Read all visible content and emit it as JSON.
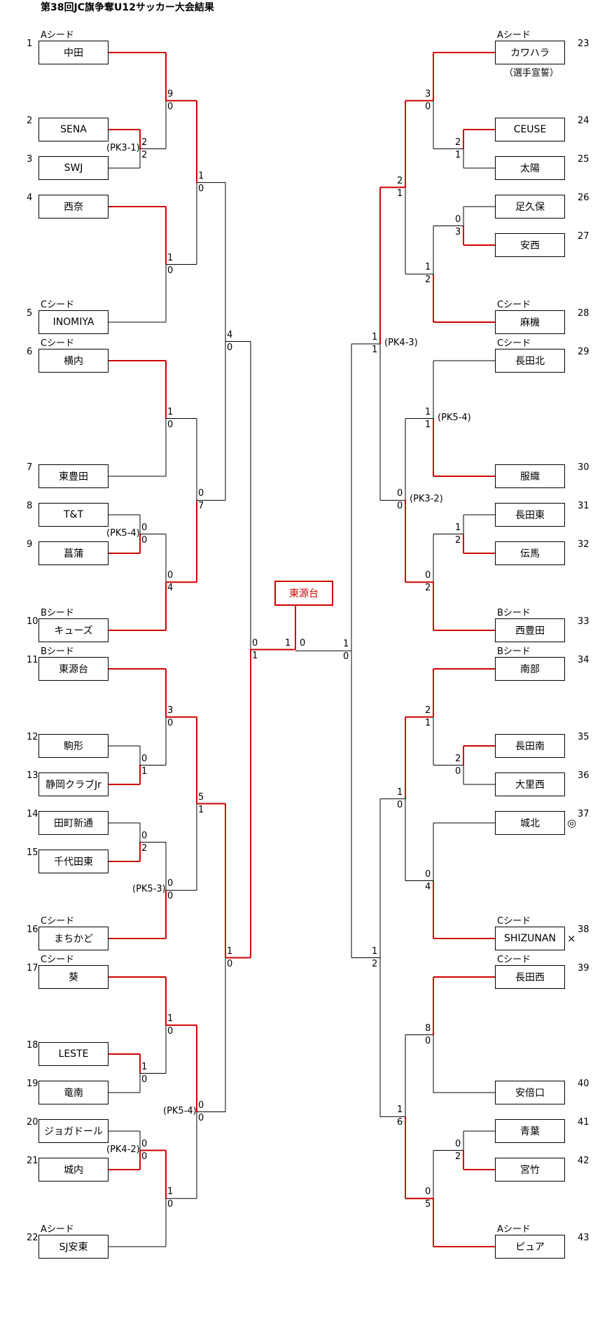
{
  "title": "第38回JC旗争奪U12サッカー大会結果",
  "champion": "東源台",
  "oath_note": "（選手宣誓）",
  "colors": {
    "winner": "#d00000",
    "line": "#000000"
  },
  "left_teams": [
    {
      "num": "1",
      "name": "中田",
      "seed": "Aシード"
    },
    {
      "num": "2",
      "name": "SENA"
    },
    {
      "num": "3",
      "name": "SWJ"
    },
    {
      "num": "4",
      "name": "西奈"
    },
    {
      "num": "5",
      "name": "INOMIYA",
      "seed": "Cシード"
    },
    {
      "num": "6",
      "name": "横内",
      "seed": "Cシード"
    },
    {
      "num": "7",
      "name": "東豊田"
    },
    {
      "num": "8",
      "name": "T&T"
    },
    {
      "num": "9",
      "name": "菖蒲"
    },
    {
      "num": "10",
      "name": "キューズ",
      "seed": "Bシード"
    },
    {
      "num": "11",
      "name": "東源台",
      "seed": "Bシード"
    },
    {
      "num": "12",
      "name": "駒形"
    },
    {
      "num": "13",
      "name": "静岡クラブJr"
    },
    {
      "num": "14",
      "name": "田町新通"
    },
    {
      "num": "15",
      "name": "千代田東"
    },
    {
      "num": "16",
      "name": "まちかど",
      "seed": "Cシード"
    },
    {
      "num": "17",
      "name": "葵",
      "seed": "Cシード"
    },
    {
      "num": "18",
      "name": "LESTE"
    },
    {
      "num": "19",
      "name": "竜南"
    },
    {
      "num": "20",
      "name": "ジョガドール"
    },
    {
      "num": "21",
      "name": "城内"
    },
    {
      "num": "22",
      "name": "SJ安東",
      "seed": "Aシード"
    }
  ],
  "right_teams": [
    {
      "num": "23",
      "name": "カワハラ",
      "seed": "Aシード"
    },
    {
      "num": "24",
      "name": "CEUSE"
    },
    {
      "num": "25",
      "name": "太陽"
    },
    {
      "num": "26",
      "name": "足久保"
    },
    {
      "num": "27",
      "name": "安西"
    },
    {
      "num": "28",
      "name": "麻機",
      "seed": "Cシード"
    },
    {
      "num": "29",
      "name": "長田北",
      "seed": "Cシード"
    },
    {
      "num": "30",
      "name": "服織"
    },
    {
      "num": "31",
      "name": "長田東"
    },
    {
      "num": "32",
      "name": "伝馬"
    },
    {
      "num": "33",
      "name": "西豊田",
      "seed": "Bシード"
    },
    {
      "num": "34",
      "name": "南部",
      "seed": "Bシード"
    },
    {
      "num": "35",
      "name": "長田南"
    },
    {
      "num": "36",
      "name": "大里西"
    },
    {
      "num": "37",
      "name": "城北",
      "mark": "◎"
    },
    {
      "num": "38",
      "name": "SHIZUNAN",
      "seed": "Cシード",
      "mark": "×"
    },
    {
      "num": "39",
      "name": "長田西",
      "seed": "Cシード"
    },
    {
      "num": "40",
      "name": "安倍口"
    },
    {
      "num": "41",
      "name": "青葉"
    },
    {
      "num": "42",
      "name": "宮竹"
    },
    {
      "num": "43",
      "name": "ピュア",
      "seed": "Aシード"
    }
  ],
  "left_matches": [
    {
      "id": "L1",
      "a": "t2",
      "b": "t3",
      "col": 1,
      "sa": "2",
      "sb": "2",
      "w": "a",
      "pk": "(PK3-1)"
    },
    {
      "id": "L2",
      "a": "t8",
      "b": "t9",
      "col": 1,
      "sa": "0",
      "sb": "0",
      "w": "b",
      "pk": "(PK5-4)"
    },
    {
      "id": "L3",
      "a": "t12",
      "b": "t13",
      "col": 1,
      "sa": "0",
      "sb": "1",
      "w": "b"
    },
    {
      "id": "L4",
      "a": "t14",
      "b": "t15",
      "col": 1,
      "sa": "0",
      "sb": "2",
      "w": "b"
    },
    {
      "id": "L5",
      "a": "t18",
      "b": "t19",
      "col": 1,
      "sa": "1",
      "sb": "0",
      "w": "a"
    },
    {
      "id": "L6",
      "a": "t20",
      "b": "t21",
      "col": 1,
      "sa": "0",
      "sb": "0",
      "w": "b",
      "pk": "(PK4-2)"
    },
    {
      "id": "L7",
      "a": "t1",
      "b": "L1",
      "col": 2,
      "sa": "9",
      "sb": "0",
      "w": "a"
    },
    {
      "id": "L8",
      "a": "t4",
      "b": "t5",
      "col": 2,
      "sa": "1",
      "sb": "0",
      "w": "a"
    },
    {
      "id": "L9",
      "a": "t6",
      "b": "t7",
      "col": 2,
      "sa": "1",
      "sb": "0",
      "w": "a"
    },
    {
      "id": "L10",
      "a": "L2",
      "b": "t10",
      "col": 2,
      "sa": "0",
      "sb": "4",
      "w": "b"
    },
    {
      "id": "L11",
      "a": "t11",
      "b": "L3",
      "col": 2,
      "sa": "3",
      "sb": "0",
      "w": "a"
    },
    {
      "id": "L12",
      "a": "L4",
      "b": "t16",
      "col": 2,
      "sa": "0",
      "sb": "0",
      "w": "b",
      "pk": "(PK5-3)"
    },
    {
      "id": "L13",
      "a": "t17",
      "b": "L5",
      "col": 2,
      "sa": "1",
      "sb": "0",
      "w": "a"
    },
    {
      "id": "L14",
      "a": "L6",
      "b": "t22",
      "col": 2,
      "sa": "1",
      "sb": "0",
      "w": "a"
    },
    {
      "id": "L15",
      "a": "L7",
      "b": "L8",
      "col": 3,
      "sa": "1",
      "sb": "0",
      "w": "a"
    },
    {
      "id": "L16",
      "a": "L9",
      "b": "L10",
      "col": 3,
      "sa": "0",
      "sb": "7",
      "w": "b"
    },
    {
      "id": "L17",
      "a": "L11",
      "b": "L12",
      "col": 3,
      "sa": "5",
      "sb": "1",
      "w": "a"
    },
    {
      "id": "L18",
      "a": "L13",
      "b": "L14",
      "col": 3,
      "sa": "0",
      "sb": "0",
      "w": "a",
      "pk": "(PK5-4)"
    },
    {
      "id": "L19",
      "a": "L15",
      "b": "L16",
      "col": 4,
      "sa": "4",
      "sb": "0",
      "w": "none"
    },
    {
      "id": "L20",
      "a": "L17",
      "b": "L18",
      "col": 4,
      "sa": "1",
      "sb": "0",
      "w": "a"
    },
    {
      "id": "L21",
      "a": "L19",
      "b": "L20",
      "col": 5,
      "sa": "0",
      "sb": "1",
      "w": "b"
    }
  ],
  "right_matches": [
    {
      "id": "R1",
      "a": "t24",
      "b": "t25",
      "col": 1,
      "sa": "2",
      "sb": "1",
      "w": "a"
    },
    {
      "id": "R2",
      "a": "t26",
      "b": "t27",
      "col": 1,
      "sa": "0",
      "sb": "3",
      "w": "b"
    },
    {
      "id": "R3",
      "a": "t31",
      "b": "t32",
      "col": 1,
      "sa": "1",
      "sb": "2",
      "w": "b"
    },
    {
      "id": "R4",
      "a": "t35",
      "b": "t36",
      "col": 1,
      "sa": "2",
      "sb": "0",
      "w": "a"
    },
    {
      "id": "R5",
      "a": "t41",
      "b": "t42",
      "col": 1,
      "sa": "0",
      "sb": "2",
      "w": "b"
    },
    {
      "id": "R6",
      "a": "t23",
      "b": "R1",
      "col": 2,
      "sa": "3",
      "sb": "0",
      "w": "a"
    },
    {
      "id": "R7",
      "a": "R2",
      "b": "t28",
      "col": 2,
      "sa": "1",
      "sb": "2",
      "w": "b"
    },
    {
      "id": "R8",
      "a": "t29",
      "b": "t30",
      "col": 2,
      "sa": "1",
      "sb": "1",
      "w": "b",
      "pk": "(PK5-4)"
    },
    {
      "id": "R9",
      "a": "R3",
      "b": "t33",
      "col": 2,
      "sa": "0",
      "sb": "2",
      "w": "b"
    },
    {
      "id": "R10",
      "a": "t34",
      "b": "R4",
      "col": 2,
      "sa": "2",
      "sb": "1",
      "w": "a"
    },
    {
      "id": "R11",
      "a": "t37",
      "b": "t38",
      "col": 2,
      "sa": "0",
      "sb": "4",
      "w": "b"
    },
    {
      "id": "R12",
      "a": "t39",
      "b": "t40",
      "col": 2,
      "sa": "8",
      "sb": "0",
      "w": "a"
    },
    {
      "id": "R13",
      "a": "R5",
      "b": "t43",
      "col": 2,
      "sa": "0",
      "sb": "5",
      "w": "b"
    },
    {
      "id": "R14",
      "a": "R6",
      "b": "R7",
      "col": 3,
      "sa": "2",
      "sb": "1",
      "w": "a"
    },
    {
      "id": "R15",
      "a": "R8",
      "b": "R9",
      "col": 3,
      "sa": "0",
      "sb": "0",
      "w": "b",
      "pk": "(PK3-2)"
    },
    {
      "id": "R16",
      "a": "R10",
      "b": "R11",
      "col": 3,
      "sa": "1",
      "sb": "0",
      "w": "a"
    },
    {
      "id": "R17",
      "a": "R12",
      "b": "R13",
      "col": 3,
      "sa": "1",
      "sb": "6",
      "w": "b"
    },
    {
      "id": "R18",
      "a": "R14",
      "b": "R15",
      "col": 4,
      "sa": "1",
      "sb": "1",
      "w": "a",
      "pk": "(PK4-3)"
    },
    {
      "id": "R19",
      "a": "R16",
      "b": "R17",
      "col": 4,
      "sa": "1",
      "sb": "2",
      "w": "none"
    },
    {
      "id": "R20",
      "a": "R18",
      "b": "R19",
      "col": 5,
      "sa": "1",
      "sb": "0",
      "w": "none"
    }
  ],
  "final": {
    "left_winner_score": "1",
    "right_winner_score": "0"
  }
}
